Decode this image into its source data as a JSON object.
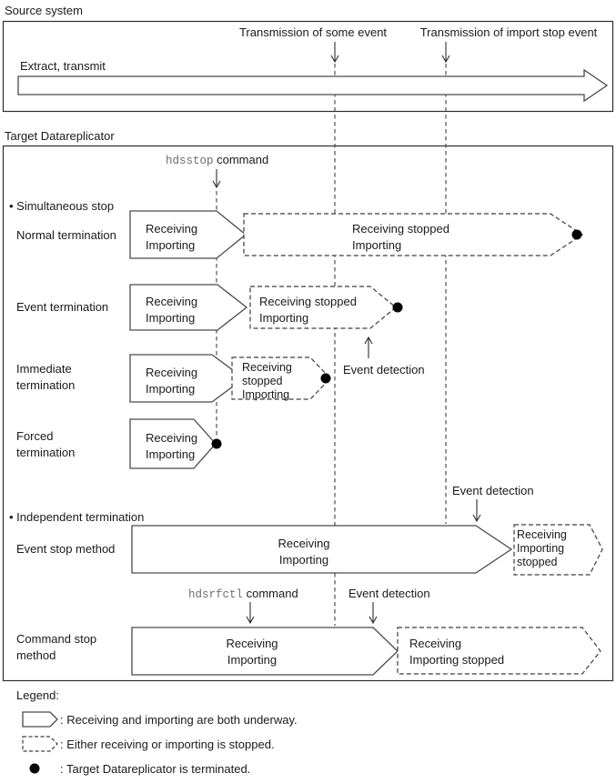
{
  "source": {
    "title": "Source system",
    "event_some": "Transmission of some event",
    "event_import_stop": "Transmission of import stop event",
    "process": "Extract, transmit"
  },
  "target": {
    "title": "Target Datareplicator",
    "commands": {
      "hdsstop": "hdsstop",
      "hdsrfctl": "hdsrfctl",
      "suffix": " command"
    },
    "groups": {
      "simultaneous": "• Simultaneous stop",
      "independent": "• Independent termination"
    },
    "rows": {
      "normal": "Normal termination",
      "event": "Event termination",
      "immediate_l1": "Immediate",
      "immediate_l2": "termination",
      "forced_l1": "Forced",
      "forced_l2": "termination",
      "event_stop": "Event stop method",
      "command_stop_l1": "Command stop",
      "command_stop_l2": "method"
    },
    "states": {
      "receiving": "Receiving",
      "importing": "Importing",
      "receiving_stopped": "Receiving stopped",
      "stopped": "stopped",
      "importing_stopped": "Importing stopped"
    },
    "event_detection": "Event detection"
  },
  "legend": {
    "title": "Legend:",
    "underway": ": Receiving and importing are both underway.",
    "stopped": ": Either receiving or importing is stopped.",
    "terminated": ": Target Datareplicator is terminated."
  },
  "colors": {
    "ink": "#1a1a1a",
    "line": "#3f3f3f",
    "mono_command": "#6f6f6f"
  }
}
